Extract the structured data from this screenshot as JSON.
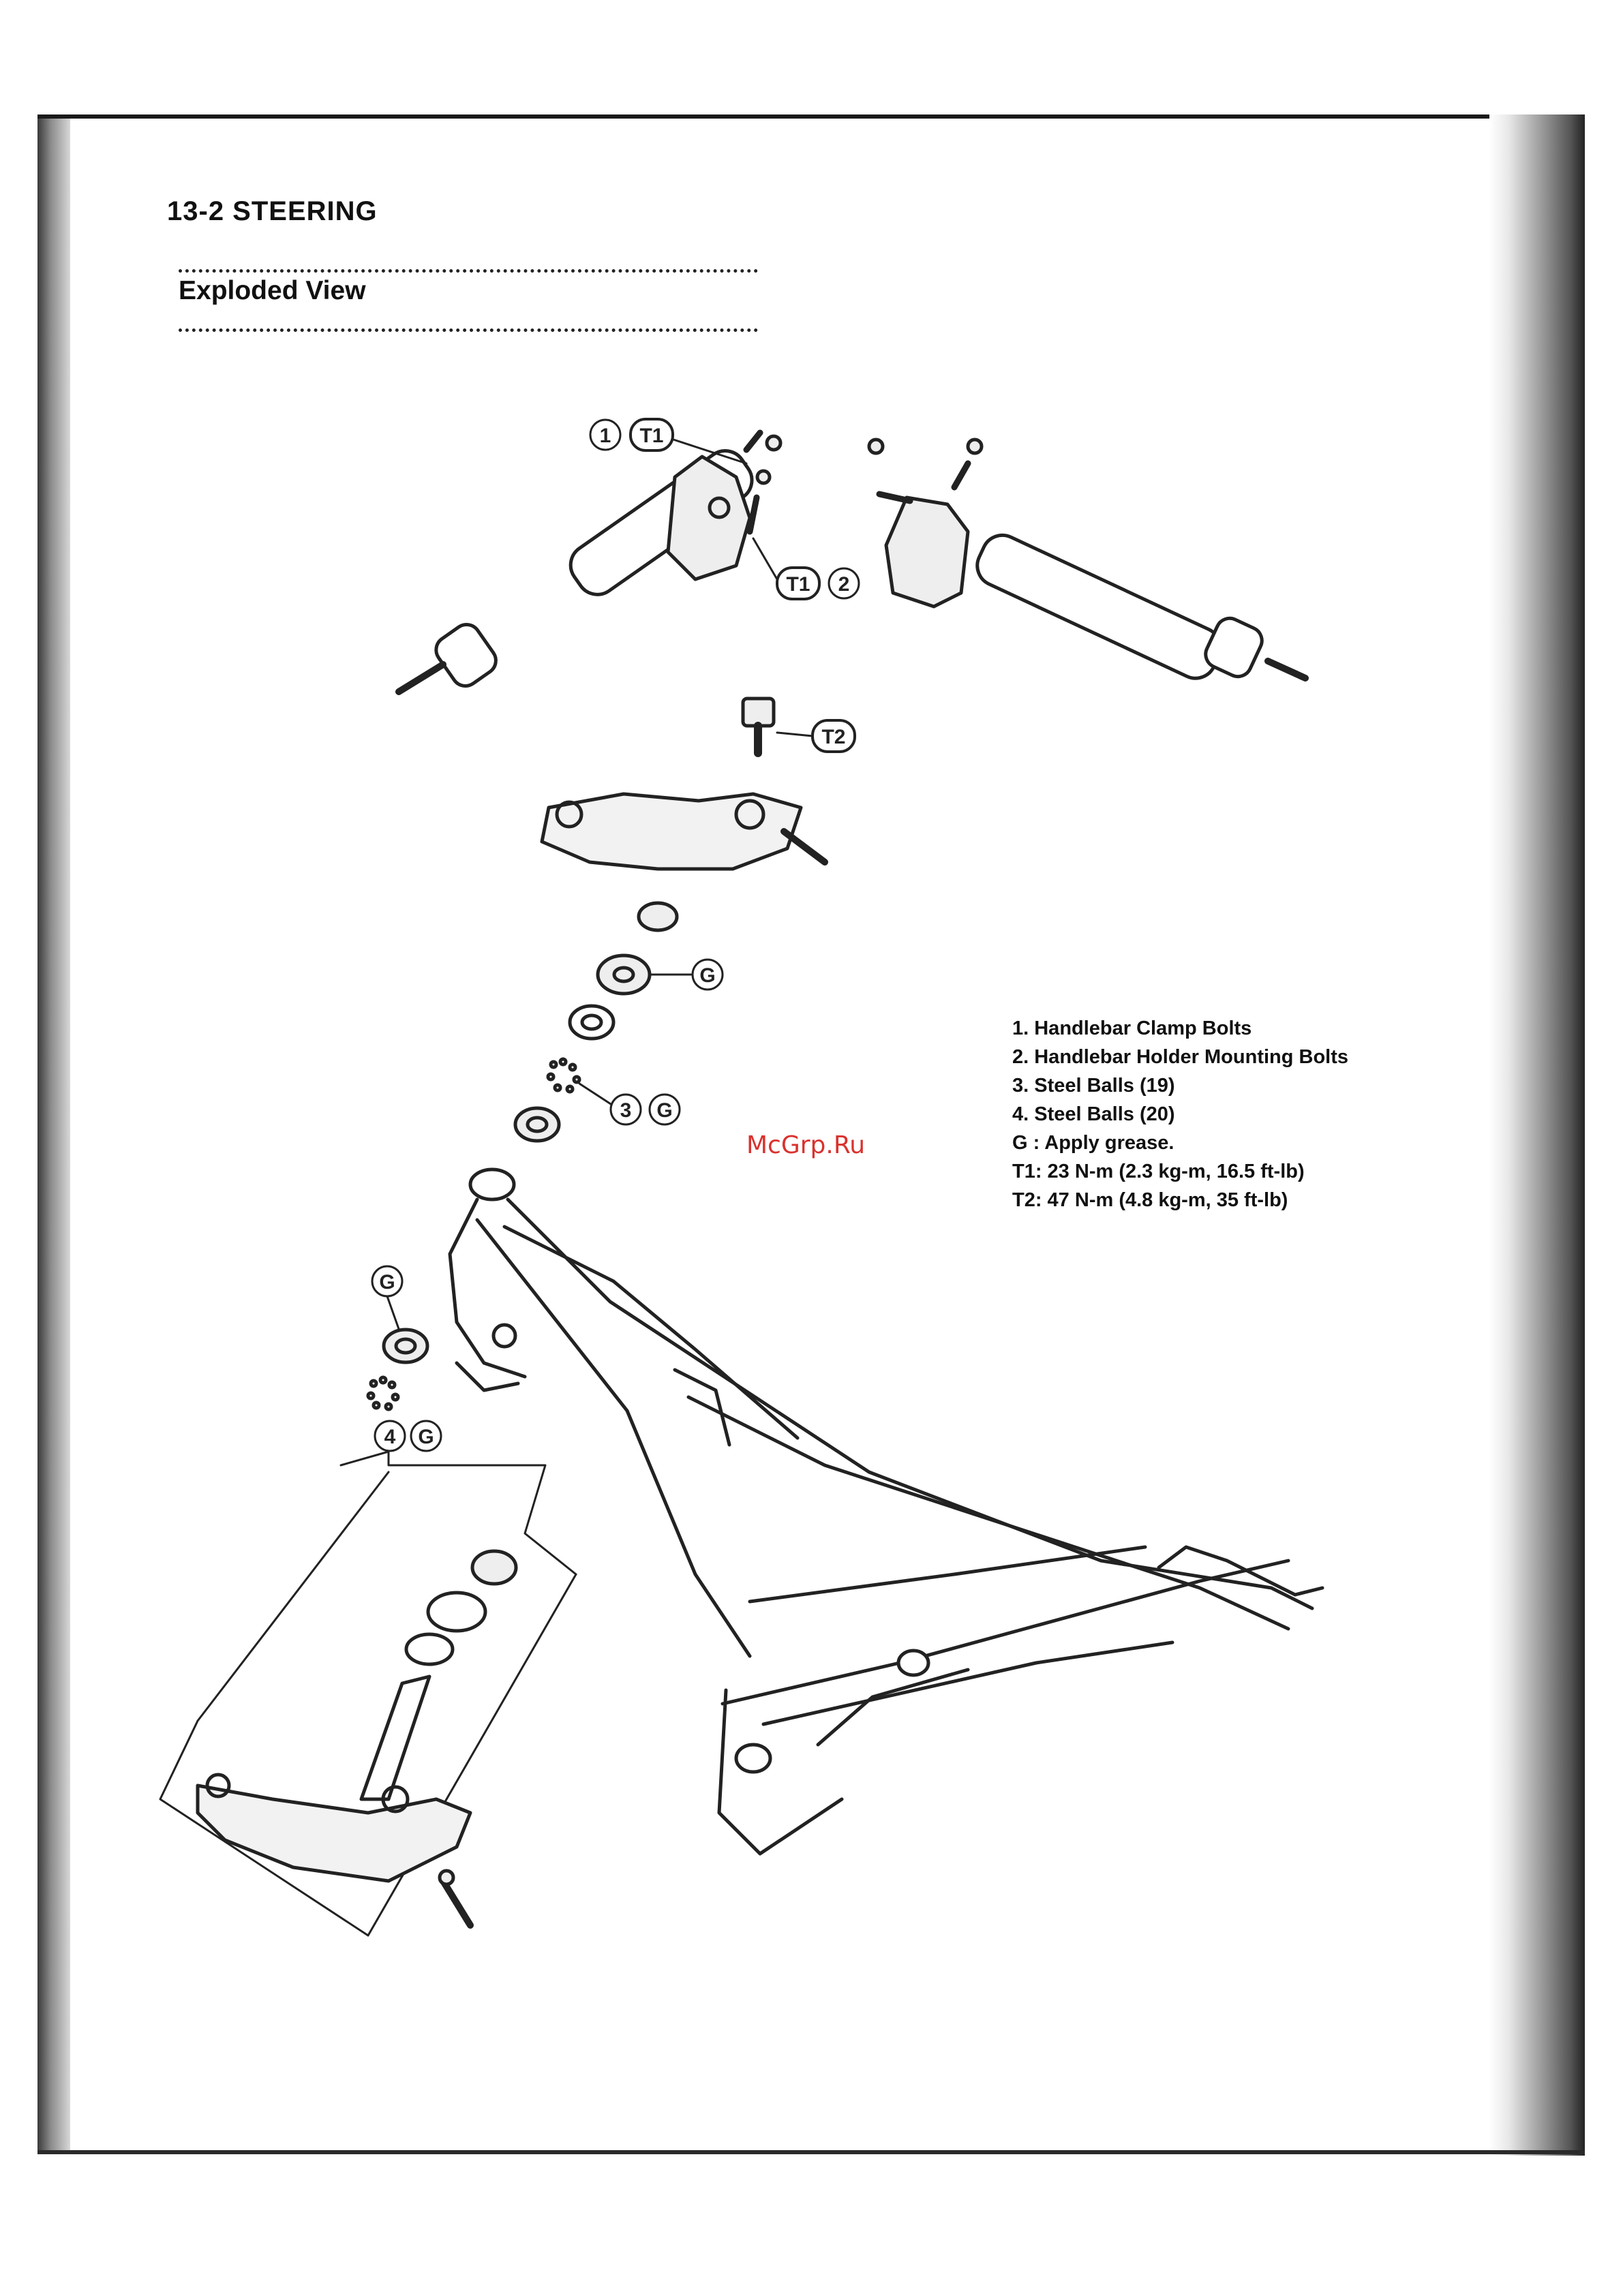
{
  "header": {
    "section_title": "13-2 STEERING",
    "subtitle": "Exploded View"
  },
  "legend": {
    "items": [
      "1. Handlebar Clamp Bolts",
      "2. Handlebar Holder Mounting Bolts",
      "3. Steel Balls (19)",
      "4. Steel Balls (20)",
      "G : Apply grease.",
      "T1: 23 N-m (2.3 kg-m, 16.5 ft-lb)",
      "T2: 47 N-m (4.8 kg-m, 35 ft-lb)"
    ]
  },
  "callouts": {
    "one": "1",
    "two": "2",
    "three": "3",
    "four": "4",
    "t1": "T1",
    "t2": "T2",
    "g": "G"
  },
  "watermark": "McGrp.Ru"
}
